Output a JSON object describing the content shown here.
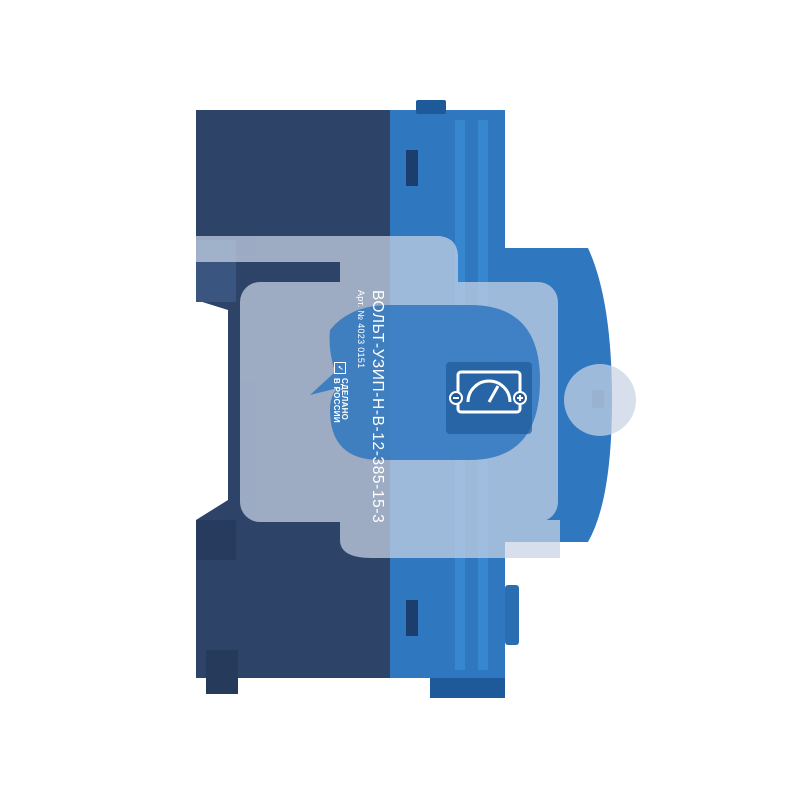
{
  "product": {
    "model": "ВОЛЬТ-УЗИП-Н-В-12-385-15-3",
    "article": "Арт. № 4023 0151",
    "made_in_line1": "СДЕЛАНО",
    "made_in_line2": "В РОССИИ"
  },
  "icons": {
    "module": "voltmeter-module-icon",
    "watermark": "chat-bubble-watermark-icon"
  },
  "colors": {
    "housing_dark": "#2d4368",
    "housing_blue": "#2f77bf",
    "accent_blue": "#1e5a9a",
    "watermark": "#c8d4e6",
    "label_text": "#ffffff"
  }
}
